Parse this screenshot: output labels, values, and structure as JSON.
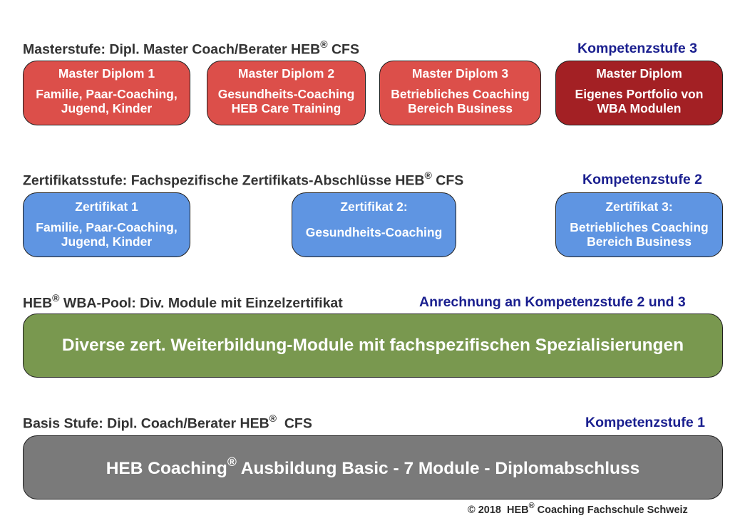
{
  "master": {
    "heading": "Masterstufe: Dipl. Master Coach/Berater HEB",
    "heading_reg": "®",
    "heading_suffix": " CFS",
    "level": "Kompetenzstufe 3",
    "boxes": [
      {
        "title": "Master Diplom 1",
        "line1": "Familie, Paar-Coaching,",
        "line2": "Jugend, Kinder"
      },
      {
        "title": "Master Diplom 2",
        "line1": "Gesundheits-Coaching",
        "line2": "HEB Care Training"
      },
      {
        "title": "Master Diplom 3",
        "line1": "Betriebliches Coaching",
        "line2": "Bereich Business"
      },
      {
        "title": "Master Diplom",
        "line1": "Eigenes Portfolio von",
        "line2": "WBA Modulen"
      }
    ]
  },
  "zert": {
    "heading": "Zertifikatsstufe: Fachspezifische Zertifikats-Abschlüsse HEB",
    "heading_reg": "®",
    "heading_suffix": " CFS",
    "level": "Kompetenzstufe 2",
    "boxes": [
      {
        "title": "Zertifikat 1",
        "line1": "Familie, Paar-Coaching,",
        "line2": "Jugend, Kinder"
      },
      {
        "title": "Zertifikat 2:",
        "line1": "Gesundheits-Coaching"
      },
      {
        "title": "Zertifikat 3:",
        "line1": "Betriebliches Coaching",
        "line2": "Bereich Business"
      }
    ]
  },
  "wba": {
    "heading_prefix": "HEB",
    "heading_reg": "®",
    "heading": " WBA-Pool: Div. Module mit Einzelzertifikat",
    "level": "Anrechnung an Kompetenzstufe 2 und 3",
    "box_text": "Diverse zert. Weiterbildung-Module mit fachspezifischen Spezialisierungen"
  },
  "basis": {
    "heading": "Basis Stufe: Dipl. Coach/Berater HEB",
    "heading_reg": "®",
    "heading_suffix": "  CFS",
    "level": "Kompetenzstufe 1",
    "box_prefix": "HEB Coaching",
    "box_reg": "®",
    "box_suffix": " Ausbildung Basic - 7 Module - Diplomabschluss"
  },
  "footer": {
    "prefix": "© 2018  HEB",
    "reg": "®",
    "suffix": " Coaching Fachschule Schweiz"
  },
  "colors": {
    "master_red": "#dc4f4a",
    "master_darkred": "#a32024",
    "zert_blue": "#5f95e2",
    "wba_green": "#79984f",
    "basis_gray": "#7a7a7a",
    "level_text": "#1a1f8f"
  }
}
